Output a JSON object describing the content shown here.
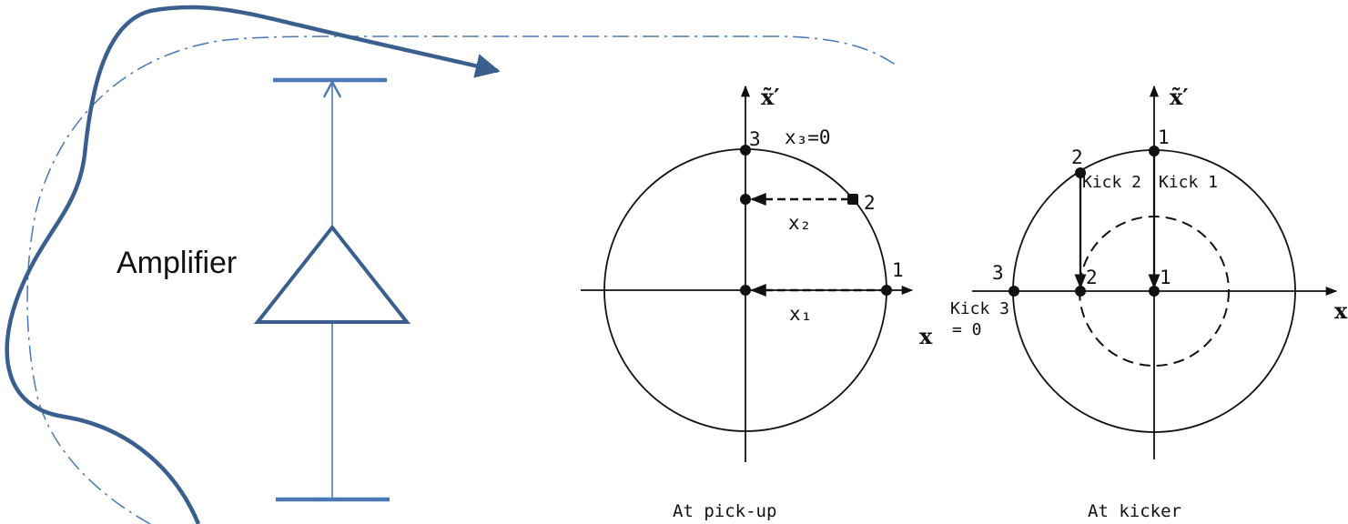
{
  "amplifier": {
    "label": "Amplifier",
    "color": "#3a5f8f"
  },
  "pickup_diagram": {
    "axis_x": "x",
    "axis_y": "x̃′",
    "caption": "At pick-up",
    "point_1": "1",
    "point_2": "2",
    "point_3": "3",
    "x1_label": "x₁",
    "x2_label": "x₂",
    "x3_label": "x₃=0"
  },
  "kicker_diagram": {
    "axis_x": "x",
    "axis_y": "x̃′",
    "caption": "At kicker",
    "point_1_top": "1",
    "point_2_top": "2",
    "point_3": "3",
    "point_1_bottom": "1",
    "point_2_bottom": "2",
    "kick_1": "Kick 1",
    "kick_2": "Kick 2",
    "kick_3": "Kick 3",
    "kick_3_value": "= 0"
  }
}
